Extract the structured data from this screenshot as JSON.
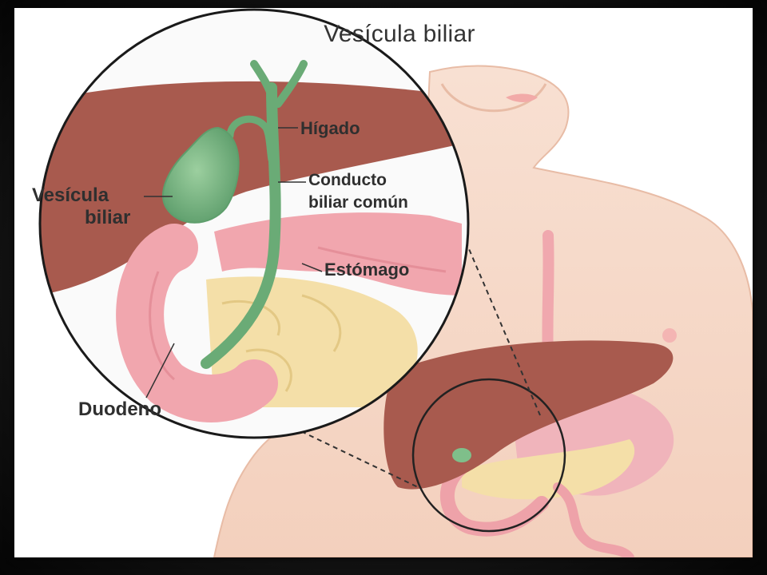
{
  "title": "Vesícula biliar",
  "labels": {
    "higado": "Hígado",
    "conducto_line1": "Conducto",
    "conducto_line2": "biliar común",
    "vesicula_line1": "Vesícula",
    "vesicula_line2": "biliar",
    "estomago": "Estómago",
    "duodeno": "Duodeno"
  },
  "colors": {
    "skin": "#f6d8c6",
    "liver": "#a85a4e",
    "gallbladder": "#7fbf8a",
    "bile_duct": "#6aab76",
    "stomach": "#f1a6ae",
    "pancreas": "#f4dfa8"
  }
}
